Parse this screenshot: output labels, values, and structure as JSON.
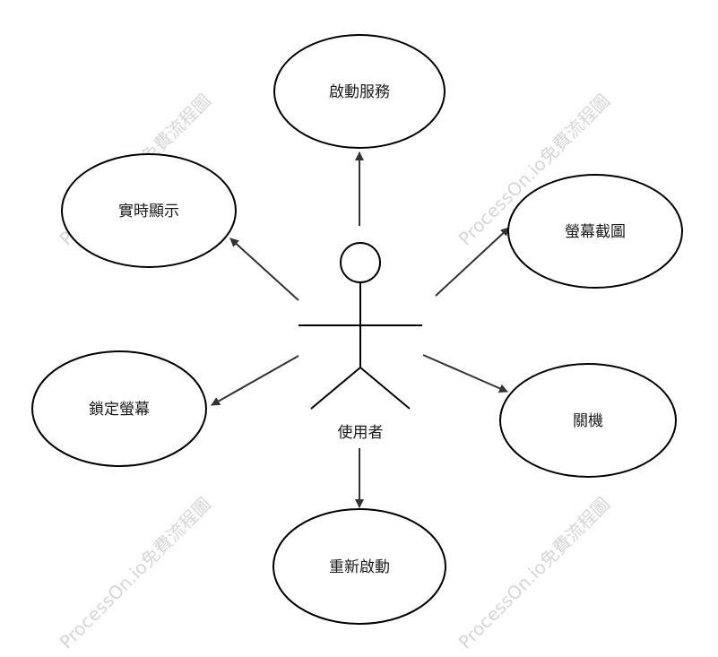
{
  "actor": {
    "label": "使用者"
  },
  "use_cases": [
    {
      "id": "start",
      "label": "啟動服務"
    },
    {
      "id": "realtime",
      "label": "實時顯示"
    },
    {
      "id": "screenshot",
      "label": "螢幕截圖"
    },
    {
      "id": "lock",
      "label": "鎖定螢幕"
    },
    {
      "id": "shutdown",
      "label": "關機"
    },
    {
      "id": "restart",
      "label": "重新啟動"
    }
  ],
  "watermark": "ProcessOn.io免費流程圖"
}
